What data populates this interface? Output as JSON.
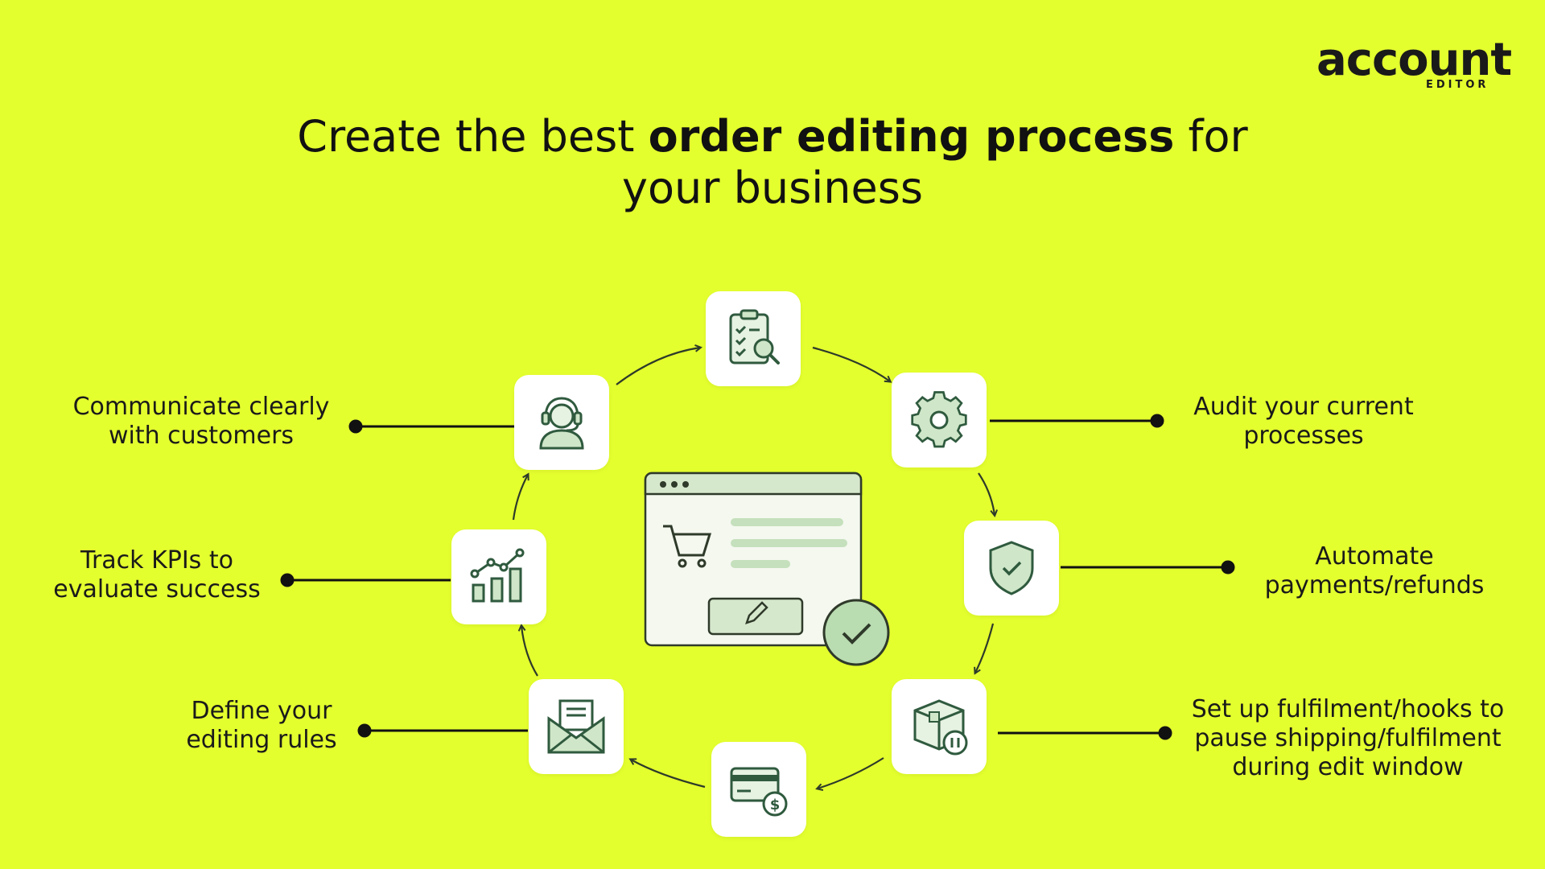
{
  "brand": {
    "name": "account",
    "sub": "EDITOR"
  },
  "title": {
    "part1": "Create the best ",
    "bold": "order editing process",
    "part2": " for",
    "line2": "your business"
  },
  "steps": {
    "communicate": {
      "line1": "Communicate clearly",
      "line2": "with customers"
    },
    "audit": {
      "line1": "Audit your current",
      "line2": "processes"
    },
    "track": {
      "line1": "Track KPIs to",
      "line2": "evaluate success"
    },
    "automate": {
      "line1": "Automate",
      "line2": "payments/refunds"
    },
    "define": {
      "line1": "Define your",
      "line2": "editing rules"
    },
    "fulfilment": {
      "line1": "Set up fulfilment/hooks to",
      "line2": "pause shipping/fulfilment",
      "line3": "during edit window"
    }
  },
  "icons": [
    "clipboard-search-icon",
    "gear-icon",
    "shield-check-icon",
    "package-pause-icon",
    "credit-card-dollar-icon",
    "envelope-icon",
    "bar-chart-icon",
    "headset-agent-icon",
    "browser-cart-icon",
    "check-circle-icon",
    "pencil-icon"
  ],
  "colors": {
    "background": "#e4ff2e",
    "icon_green": "#2f5a3e",
    "icon_fill": "#cfe6c8",
    "text": "#141414"
  }
}
